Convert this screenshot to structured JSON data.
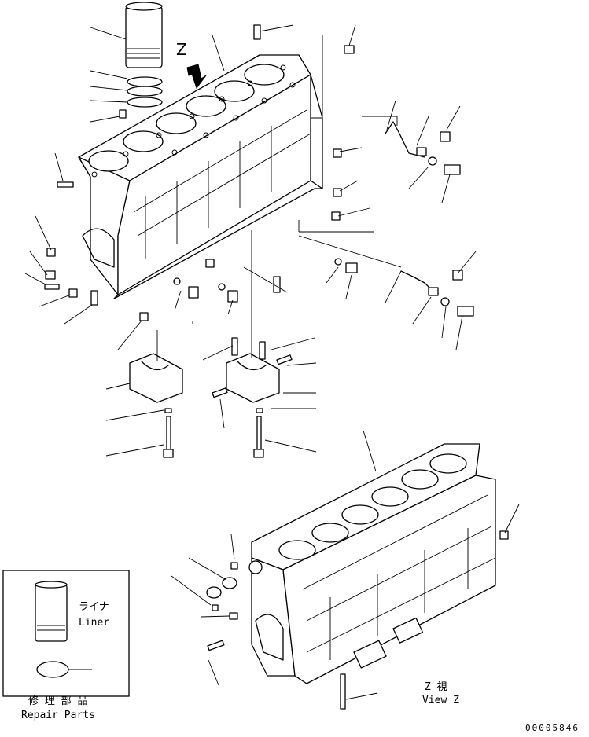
{
  "view_marker": "Z",
  "repair_parts": {
    "liner_jp": "ライナ",
    "liner_en": "Liner",
    "title_jp": "修 理 部 品",
    "title_en": "Repair Parts"
  },
  "view_label": {
    "jp": "Z  視",
    "en": "View Z"
  },
  "drawing_number": "00005846"
}
